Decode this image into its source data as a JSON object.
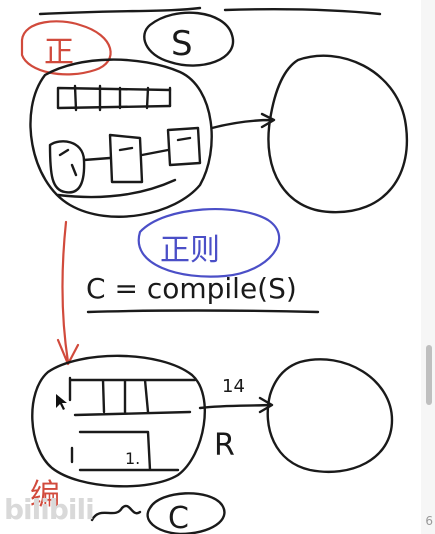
{
  "labels": {
    "s_circled": "S",
    "c_circled": "C",
    "equation": "C = compile(S)",
    "blue_note": "正则",
    "red_note_top": "正",
    "red_note_bottom": "编",
    "transition_top": "14",
    "transition_bottom": "R",
    "state_box_text": "1.",
    "watermark": "bilibili",
    "edge_char": "6"
  },
  "colors": {
    "black_ink": "#1a1a1a",
    "red_ink": "#d14a3c",
    "blue_ink": "#4b4fc7"
  }
}
